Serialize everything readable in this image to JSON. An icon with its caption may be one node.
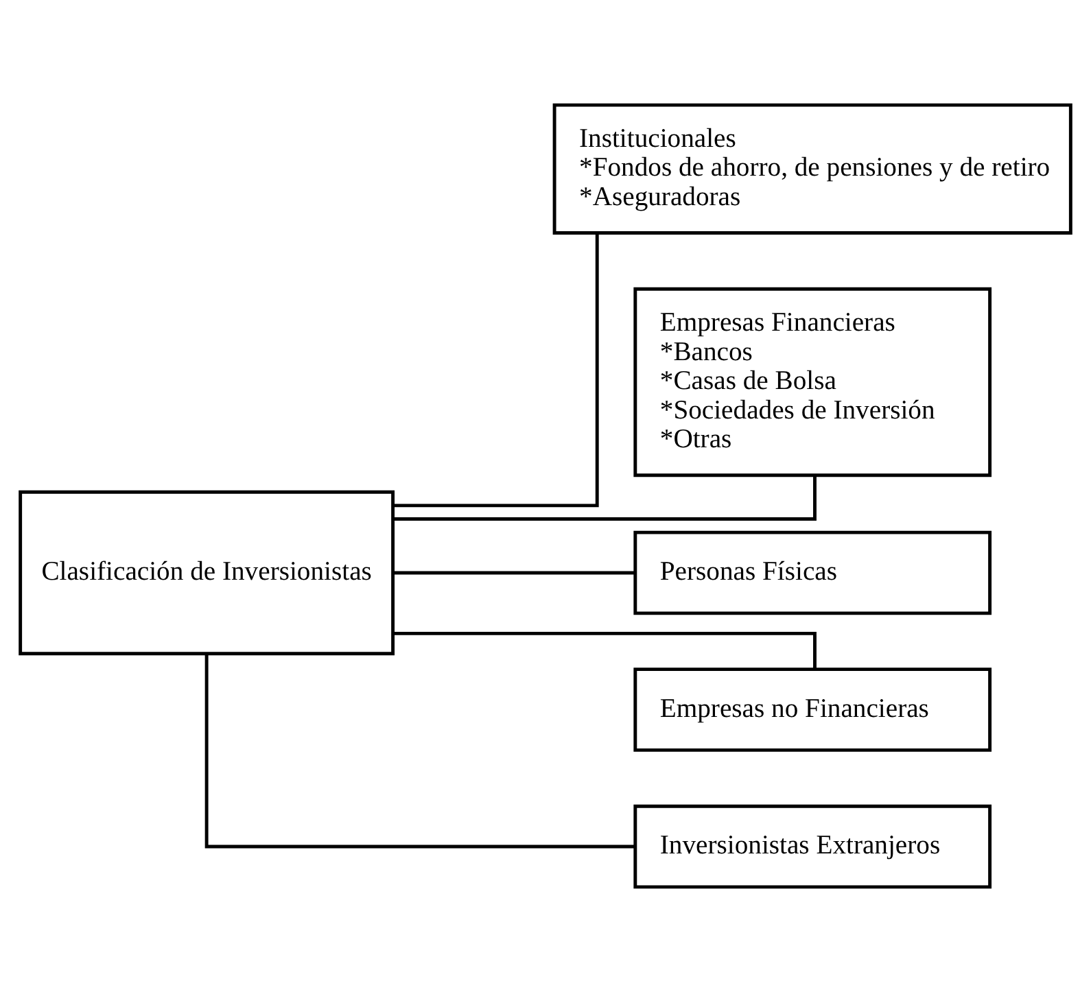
{
  "diagram": {
    "nodes": [
      {
        "text": [
          "Clasificación de Inversionistas"
        ]
      },
      {
        "text": [
          "Institucionales",
          "*Fondos de ahorro, de pensiones y de retiro",
          "*Aseguradoras"
        ]
      },
      {
        "text": [
          "Empresas Financieras",
          "*Bancos",
          "*Casas de Bolsa",
          "*Sociedades de Inversión",
          "*Otras"
        ]
      },
      {
        "text": [
          "Personas Físicas"
        ]
      },
      {
        "text": [
          "Empresas no Financieras"
        ]
      },
      {
        "text": [
          "Inversionistas Extranjeros"
        ]
      }
    ],
    "edges": [
      {
        "from": 0,
        "to": 1,
        "arrow": "none"
      },
      {
        "from": 0,
        "to": 2,
        "arrow": "none"
      },
      {
        "from": 0,
        "to": 3,
        "arrow": "none"
      },
      {
        "from": 0,
        "to": 4,
        "arrow": "none"
      },
      {
        "from": 0,
        "to": 5,
        "arrow": "none"
      }
    ]
  }
}
